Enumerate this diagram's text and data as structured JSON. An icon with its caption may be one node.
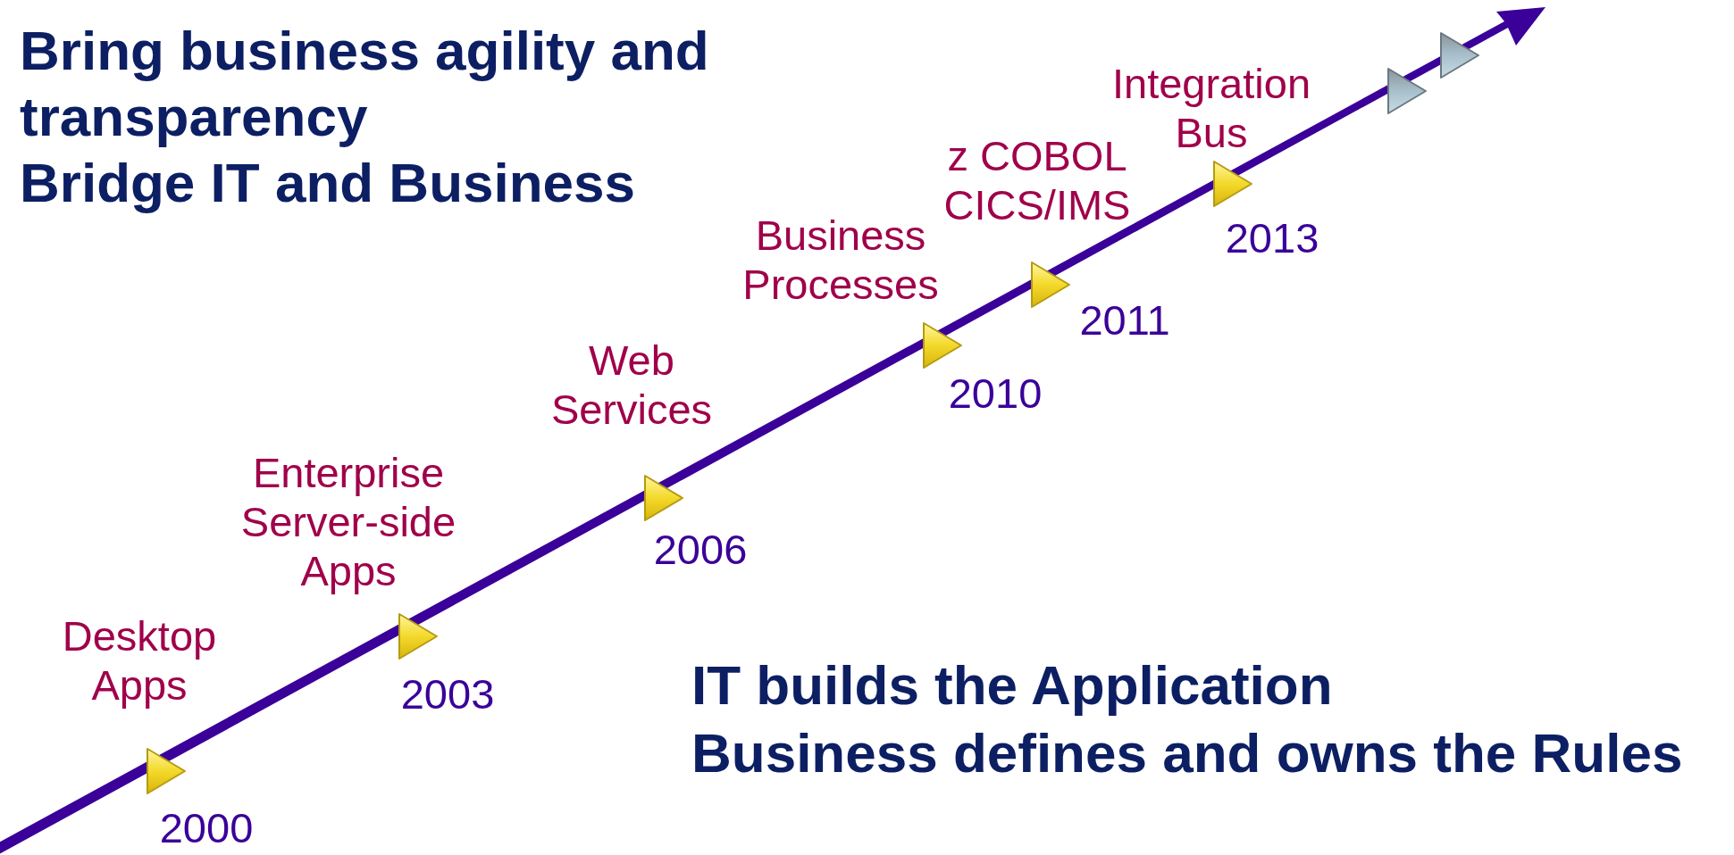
{
  "diagram": {
    "nodes": [
      {
        "text": [],
        "shape": "triangle",
        "beside": [
          "Desktop Apps",
          "2000"
        ]
      },
      {
        "text": [],
        "shape": "triangle",
        "beside": [
          "Enterprise Server-side Apps",
          "2003"
        ]
      },
      {
        "text": [],
        "shape": "triangle",
        "beside": [
          "Web Services",
          "2006"
        ]
      },
      {
        "text": [],
        "shape": "triangle",
        "beside": [
          "Business Processes",
          "2010"
        ]
      },
      {
        "text": [],
        "shape": "triangle",
        "beside": [
          "z COBOL CICS/IMS",
          "2011"
        ]
      },
      {
        "text": [],
        "shape": "triangle",
        "beside": [
          "Integration Bus",
          "2013"
        ]
      },
      {
        "text": [],
        "shape": "triangle"
      },
      {
        "text": [],
        "shape": "triangle"
      }
    ],
    "labels": [
      "Bring business agility and transparency",
      "Bridge IT and Business",
      "IT builds the Application",
      "Business defines and owns the Rules"
    ]
  }
}
